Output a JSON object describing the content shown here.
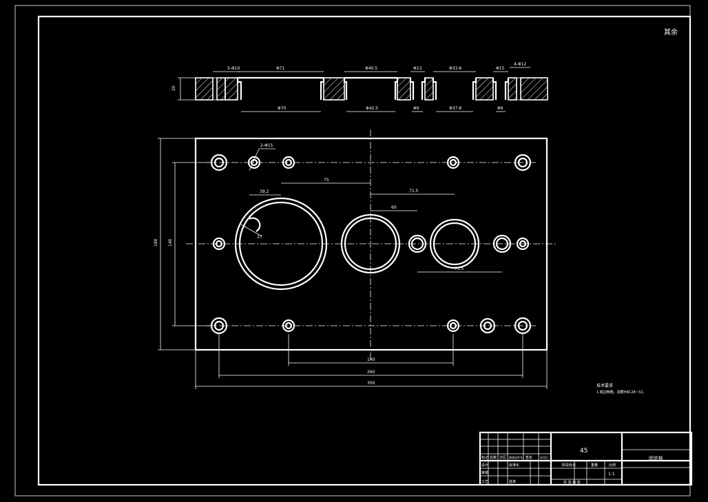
{
  "corner_mark": "其余",
  "section_view": {
    "thickness": "20",
    "top_dims": [
      "5-Φ10",
      "Φ71",
      "Φ40.5",
      "Φ13",
      "Φ33.8",
      "Φ15",
      "4-Φ12"
    ],
    "bottom_dims": [
      "Φ70",
      "Φ42.5",
      "Φ9",
      "Φ37.8",
      "Φ9"
    ]
  },
  "plan_view": {
    "height_outer": "180",
    "height_inner": "140",
    "hole_callout": "2-Φ15",
    "dim_75": "75",
    "dim_39_2": "39.2",
    "dim_71_5": "71.5",
    "dim_60": "60",
    "dim_27": "27",
    "dim_right": "71.5",
    "width_140": "140",
    "width_260": "260",
    "width_300": "300"
  },
  "tech_notes": {
    "heading": "技术要求",
    "line1": "1.锐边倒角，调质HRC28~32。"
  },
  "title_block": {
    "material": "45",
    "part_name": "固定板",
    "labels": [
      "标记",
      "处数",
      "分区",
      "更改文件号",
      "签名",
      "年月日",
      "设计",
      "标准化",
      "审核",
      "工艺",
      "批准"
    ],
    "stage_label": "阶段标记",
    "weight_label": "重量",
    "scale_label": "比例",
    "scale_value": "1:1",
    "sheet_label": "共 张 第 张"
  }
}
